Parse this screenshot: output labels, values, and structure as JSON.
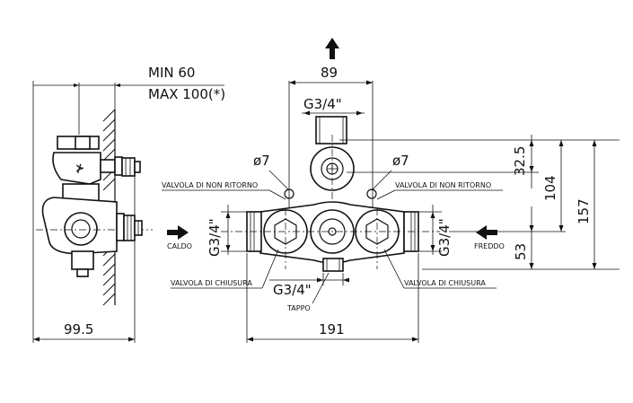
{
  "side_view": {
    "install_depth_min": "MIN 60",
    "install_depth_max": "MAX 100(*)",
    "depth_overall": "99.5"
  },
  "front_view": {
    "width_top": "89",
    "outlet_thread": "G3/4\"",
    "check_valve_hole_left": "ø7",
    "check_valve_hole_right": "ø7",
    "check_valve_left": "VALVOLA DI NON RITORNO",
    "check_valve_right": "VALVOLA DI NON RITORNO",
    "inlet_thread_left": "G3/4\"",
    "inlet_thread_right": "G3/4\"",
    "hot_inlet": "CALDO",
    "cold_inlet": "FREDDO",
    "shutoff_valve_left": "VALVOLA DI CHIUSURA",
    "shutoff_valve_right": "VALVOLA DI CHIUSURA",
    "bottom_thread": "G3/4\"",
    "plug": "TAPPO",
    "width_overall": "191",
    "height_upper": "32.5",
    "height_mid": "104",
    "height_overall": "157",
    "height_lower": "53"
  }
}
